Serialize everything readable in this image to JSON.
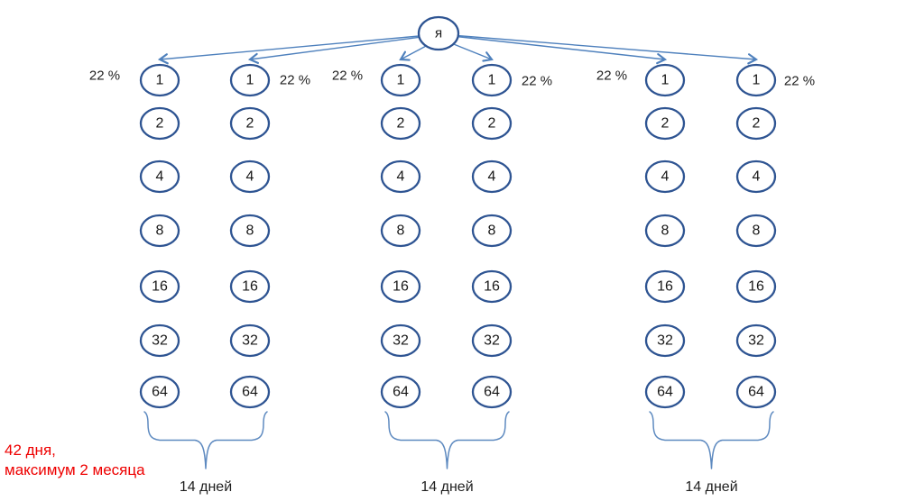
{
  "root_label": "я",
  "percent_label": "22 %",
  "row_values": [
    "1",
    "2",
    "4",
    "8",
    "16",
    "32",
    "64"
  ],
  "column_count": 6,
  "groups": [
    {
      "duration_label": "14 дней"
    },
    {
      "duration_label": "14 дней"
    },
    {
      "duration_label": "14 дней"
    }
  ],
  "note": {
    "line1": "42 дня,",
    "line2": "максимум 2 месяца"
  },
  "colors": {
    "background": "#ffffff",
    "node_stroke": "#2e5492",
    "node_fill": "#ffffff",
    "arrow": "#4f81bd",
    "brace": "#5e8ac0",
    "note_text": "#ee0000",
    "label_text": "#1f1f1f"
  }
}
